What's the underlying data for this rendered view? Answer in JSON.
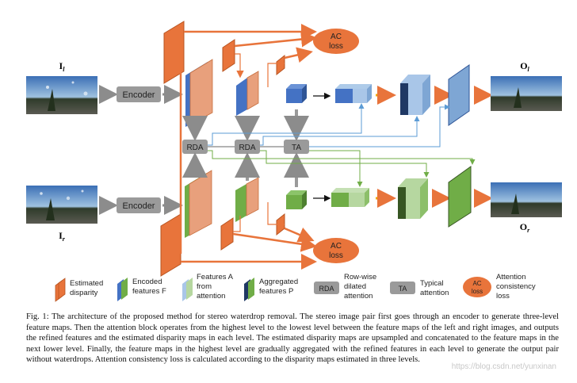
{
  "inputs": {
    "left_label": "I",
    "left_sub": "l",
    "right_label": "I",
    "right_sub": "r"
  },
  "outputs": {
    "left_label": "O",
    "left_sub": "l",
    "right_label": "O",
    "right_sub": "r"
  },
  "blocks": {
    "encoder": "Encoder",
    "rda": "RDA",
    "ta": "TA",
    "ac_line1": "AC",
    "ac_line2": "loss"
  },
  "legend": {
    "estimated_disparity": [
      "Estimated",
      "disparity"
    ],
    "encoded_features": [
      "Encoded",
      "features F"
    ],
    "features_attention": [
      "Features A",
      "from",
      "attention"
    ],
    "aggregated_features": [
      "Aggregated",
      "features P"
    ],
    "rda": [
      "Row-wise",
      "dilated",
      "attention"
    ],
    "ta": [
      "Typical",
      "attention"
    ],
    "ac": [
      "Attention",
      "consistency",
      "loss"
    ]
  },
  "caption": "Fig. 1: The architecture of the proposed method for stereo waterdrop removal. The stereo image pair first goes through an encoder to generate three-level feature maps. Then the attention block operates from the highest level to the lowest level between the feature maps of the left and right images, and outputs the refined features and the estimated disparity maps in each level. The estimated disparity maps are upsampled and concatenated to the feature maps in the next lower level. Finally, the feature maps in the highest level are gradually aggregated with the refined features in each level to generate the output pair without waterdrops. Attention consistency loss is calculated according to the disparity maps estimated in three levels.",
  "watermark": "https://blog.csdn.net/yunxinan",
  "colors": {
    "orange": "#e8743b",
    "blue": "#4472c4",
    "green": "#70ad47",
    "gray": "#9a9a9a",
    "arrow_yellow": "#f0a800"
  }
}
